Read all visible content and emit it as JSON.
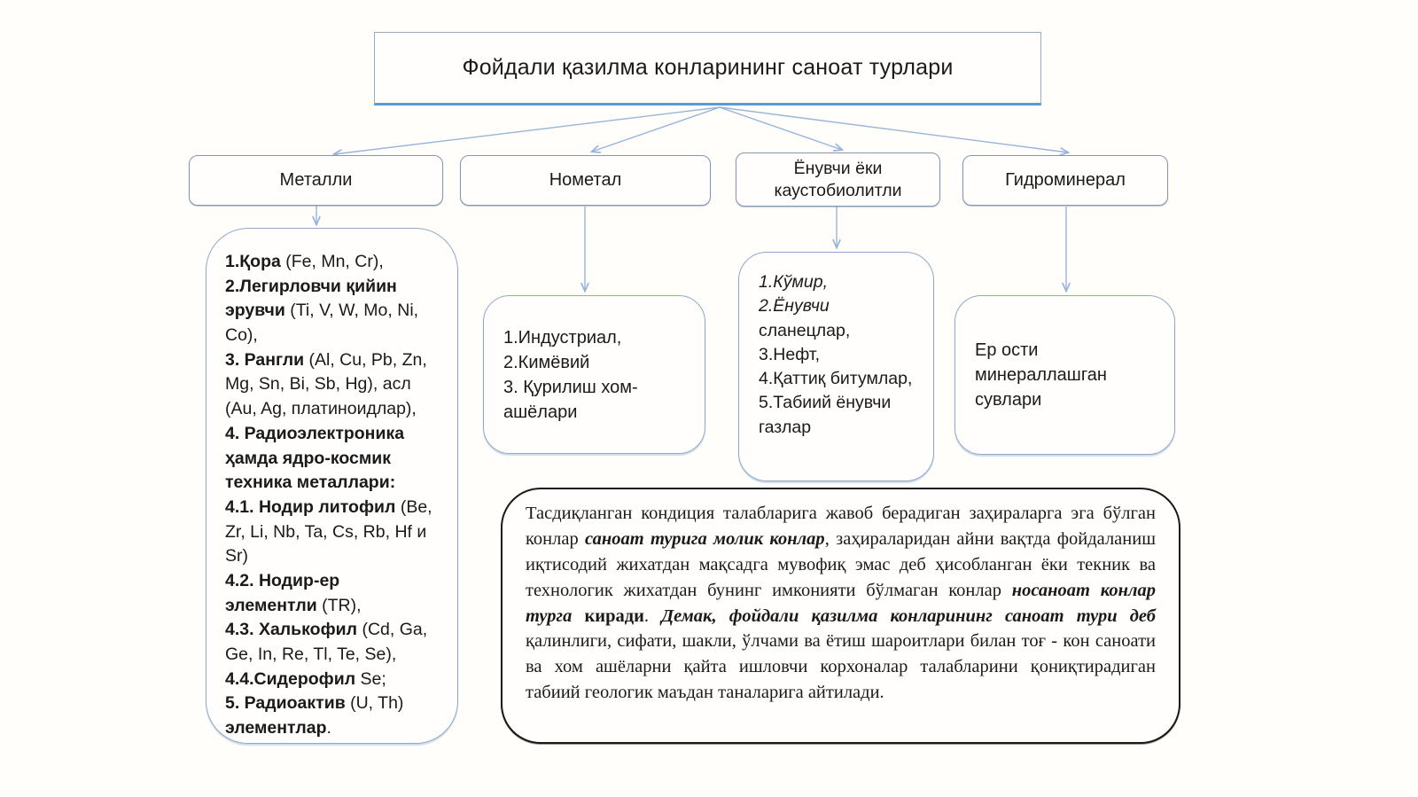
{
  "title": "Фойдали қазилма конларининг саноат турлари",
  "categories": [
    {
      "id": "metalli",
      "label": "Металли"
    },
    {
      "id": "nometal",
      "label": "Нометал"
    },
    {
      "id": "caustobiolith",
      "label": "Ёнувчи ёки каустобиолитли"
    },
    {
      "id": "hydromineral",
      "label": "Гидроминерал"
    }
  ],
  "details": {
    "metals": {
      "items": [
        [
          {
            "t": "1.Қора",
            "s": "b"
          },
          {
            "t": " (Fe, Mn, Cr),"
          }
        ],
        [
          {
            "t": "2.Легирловчи қийин эрувчи",
            "s": "b"
          },
          {
            "t": " (Ti, V, W, Mo, Ni, Co),"
          }
        ],
        [
          {
            "t": "3. Рангли",
            "s": "b"
          },
          {
            "t": " (Al, Cu, Pb, Zn, Mg, Sn, Bi, Sb, Hg), асл (Au, Ag, платиноидлар),"
          }
        ],
        [
          {
            "t": "4. Радиоэлектроника ҳамда ядро-космик техника металлари:",
            "s": "b"
          }
        ],
        [
          {
            "t": "4.1. Нодир литофил",
            "s": "b"
          },
          {
            "t": " (Be, Zr, Li, Nb, Ta, Cs, Rb, Hf и Sr)"
          }
        ],
        [
          {
            "t": "4.2. Нодир-ер элементли",
            "s": "b"
          },
          {
            "t": " (TR),"
          }
        ],
        [
          {
            "t": "4.3. Халькофил",
            "s": "b"
          },
          {
            "t": " (Cd, Ga, Ge, In, Re, Tl, Te, Se),"
          }
        ],
        [
          {
            "t": "4.4.Сидерофил",
            "s": "b"
          },
          {
            "t": " Se;"
          }
        ],
        [
          {
            "t": "5. Радиоактив",
            "s": "b"
          },
          {
            "t": " (U, Th) "
          },
          {
            "t": "элементлар",
            "s": "b"
          },
          {
            "t": "."
          }
        ]
      ]
    },
    "nonmetal": {
      "items": [
        [
          {
            "t": "1.Индустриал,"
          }
        ],
        [
          {
            "t": "2.Кимёвий"
          }
        ],
        [
          {
            "t": "3. Қурилиш хом-ашёлари"
          }
        ]
      ]
    },
    "caustobiolith": {
      "items": [
        [
          {
            "t": "1.Кўмир,",
            "s": "i"
          }
        ],
        [
          {
            "t": "2.Ёнувчи",
            "s": "i"
          },
          {
            "t": " сланецлар,"
          }
        ],
        [
          {
            "t": "3.Нефт,"
          }
        ],
        [
          {
            "t": "4.Қаттиқ битумлар,"
          }
        ],
        [
          {
            "t": "5.Табиий ёнувчи газлар"
          }
        ]
      ]
    },
    "hydromineral": {
      "text": "Ер ости минераллашган сувлари"
    }
  },
  "summary": {
    "segments": [
      {
        "t": "Тасдиқланган кондиция талабларига жавоб берадиган заҳираларга эга бўлган конлар "
      },
      {
        "t": "саноат турига молик конлар",
        "s": "bi"
      },
      {
        "t": ", заҳираларидан айни вақтда фойдаланиш иқтисодий жихатдан мақсадга мувофиқ эмас деб ҳисобланган ёки текник ва технологик жихатдан бунинг имконияти бўлмаган конлар "
      },
      {
        "t": "носаноат конлар турга ",
        "s": "bi"
      },
      {
        "t": "киради",
        "s": "b"
      },
      {
        "t": ". "
      },
      {
        "t": "Демак, фойдали қазилма конларининг саноат тури деб",
        "s": "bi"
      },
      {
        "t": " қалинлиги, сифати, шакли, ўлчами ва ётиш шароитлари билан тоғ - кон саноати ва хом ашёларни қайта ишловчи корхоналар талабларини қониқтирадиган табиий геологик маъдан таналарига айтилади."
      }
    ]
  },
  "colors": {
    "background": "#fffefa",
    "text-color": "#1a1a1a",
    "title-border": "#9aabc4",
    "title-underline": "#5b9bd5",
    "category-border": "#8496b0",
    "detail-border": "#8fa9c7",
    "arrow-color": "#97b4da",
    "summary-border": "#1a1a1a"
  }
}
